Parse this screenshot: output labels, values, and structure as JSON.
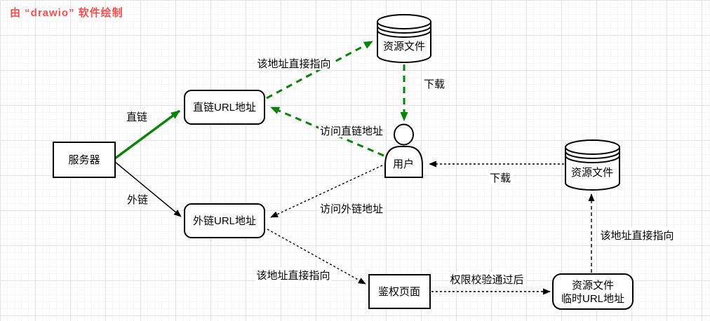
{
  "title": {
    "text": "由 “drawio” 软件绘制"
  },
  "colors": {
    "title_red": "#fb4e4e",
    "green": "#078307",
    "black": "#000000",
    "node_fill": "#ffffff",
    "grid_minor": "#f6f6f6",
    "grid_major": "#e3e3e3"
  },
  "nodes": {
    "server": {
      "label": "服务器"
    },
    "direct_url": {
      "label": "直链URL地址"
    },
    "external_url": {
      "label": "外链URL地址"
    },
    "resource_file_top": {
      "label": "资源文件"
    },
    "resource_file_right": {
      "label": "资源文件"
    },
    "user": {
      "label": "用户"
    },
    "auth_page": {
      "label": "鉴权页面"
    },
    "temp_url": {
      "label_line1": "资源文件",
      "label_line2": "临时URL地址"
    }
  },
  "edges": {
    "server_to_direct": {
      "label": "直链"
    },
    "server_to_external": {
      "label": "外链"
    },
    "direct_to_resource": {
      "label": "该地址直接指向"
    },
    "user_to_direct": {
      "label": "访问直链地址"
    },
    "resource_top_to_user": {
      "label": "下载"
    },
    "user_to_external": {
      "label": "访问外链地址"
    },
    "external_to_auth": {
      "label": "该地址直接指向"
    },
    "auth_to_temp": {
      "label": "权限校验通过后"
    },
    "temp_to_resource_right": {
      "label": "该地址直接指向"
    },
    "resource_right_to_user": {
      "label": "下载"
    }
  }
}
